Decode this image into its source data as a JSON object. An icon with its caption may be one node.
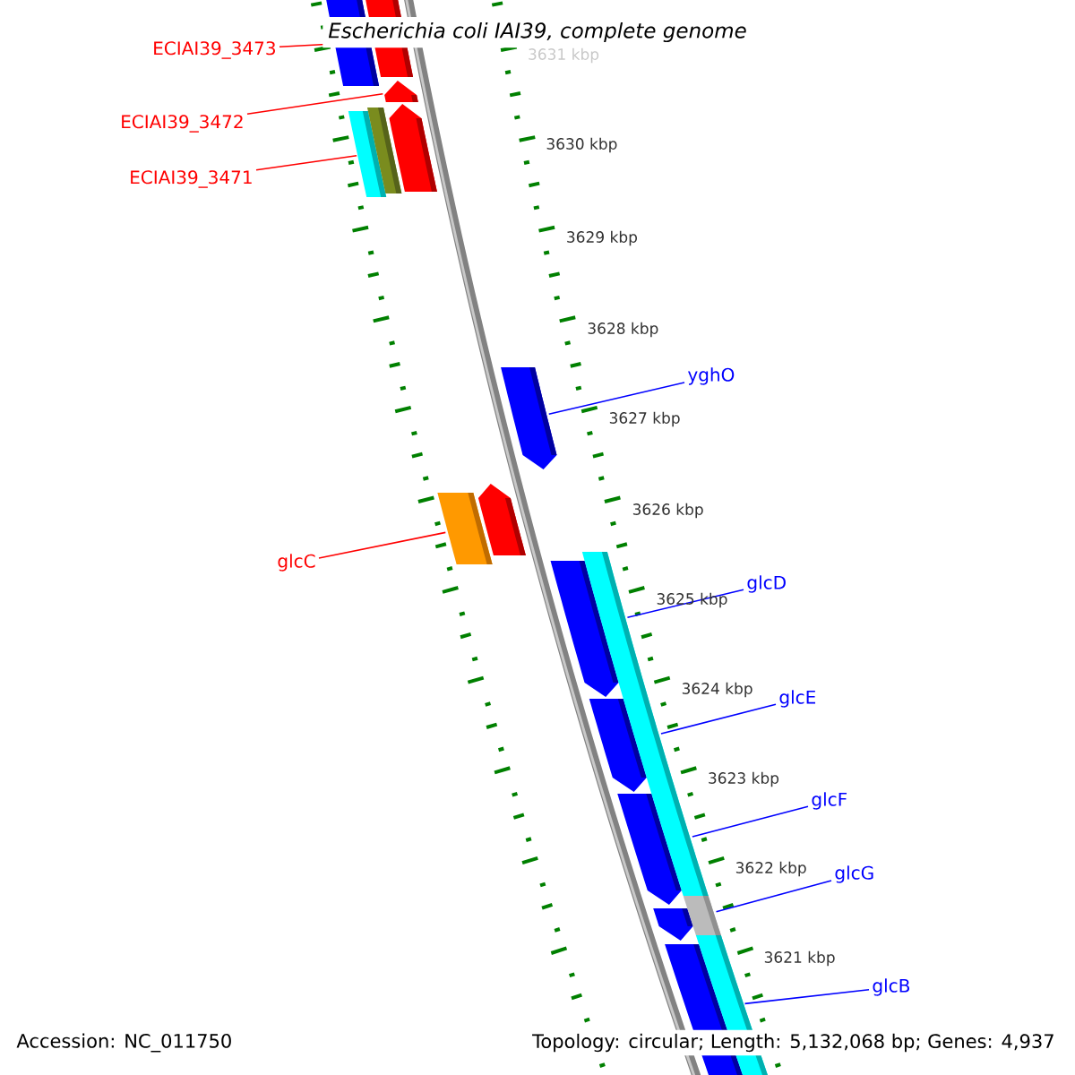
{
  "diagram": {
    "title": "Escherichia coli IAI39, complete genome",
    "nodes": [
      {
        "text": [
          "ECIAI39_3473"
        ]
      },
      {
        "text": [],
        "shape": "box"
      },
      {
        "text": [],
        "shape": "box"
      },
      {
        "text": [
          "ECIAI39_3472"
        ]
      },
      {
        "text": [],
        "shape": "box"
      },
      {
        "text": [
          "ECIAI39_3471"
        ]
      },
      {
        "text": [],
        "shape": "box"
      },
      {
        "text": [],
        "shape": "box"
      },
      {
        "text": [],
        "shape": "box"
      },
      {
        "text": [
          "yghO"
        ]
      },
      {
        "text": [],
        "shape": "box"
      },
      {
        "text": [
          "glcC"
        ]
      },
      {
        "text": [],
        "shape": "box"
      },
      {
        "text": [],
        "shape": "box"
      },
      {
        "text": [
          "glcD"
        ]
      },
      {
        "text": [],
        "shape": "box"
      },
      {
        "text": [],
        "shape": "box"
      },
      {
        "text": [
          "glcE"
        ]
      },
      {
        "text": [],
        "shape": "box"
      },
      {
        "text": [],
        "shape": "box"
      },
      {
        "text": [
          "glcF"
        ]
      },
      {
        "text": [],
        "shape": "box"
      },
      {
        "text": [],
        "shape": "box"
      },
      {
        "text": [
          "glcG"
        ]
      },
      {
        "text": [],
        "shape": "box"
      },
      {
        "text": [],
        "shape": "box"
      },
      {
        "text": [
          "glcB"
        ]
      },
      {
        "text": [],
        "shape": "box"
      },
      {
        "text": [],
        "shape": "box"
      }
    ],
    "edges": [
      {
        "from": 0,
        "to": 1,
        "arrow": "none",
        "color": "#ff0000"
      },
      {
        "from": 3,
        "to": 4,
        "arrow": "none",
        "color": "#ff0000"
      },
      {
        "from": 5,
        "to": 6,
        "arrow": "none",
        "color": "#ff0000"
      },
      {
        "from": 9,
        "to": 10,
        "arrow": "none",
        "color": "#0000ff"
      },
      {
        "from": 11,
        "to": 12,
        "arrow": "none",
        "color": "#ff0000"
      },
      {
        "from": 14,
        "to": 16,
        "arrow": "none",
        "color": "#0000ff"
      },
      {
        "from": 17,
        "to": 19,
        "arrow": "none",
        "color": "#0000ff"
      },
      {
        "from": 20,
        "to": 22,
        "arrow": "none",
        "color": "#0000ff"
      },
      {
        "from": 23,
        "to": 25,
        "arrow": "none",
        "color": "#0000ff"
      },
      {
        "from": 26,
        "to": 28,
        "arrow": "none",
        "color": "#0000ff"
      }
    ],
    "labels": [
      "3631 kbp",
      "3630 kbp",
      "3629 kbp",
      "3628 kbp",
      "3627 kbp",
      "3626 kbp",
      "3625 kbp",
      "3624 kbp",
      "3623 kbp",
      "3622 kbp",
      "3621 kbp",
      "Accession: NC_011750",
      "Topology: circular; Length: 5,132,068 bp; Genes: 4,937"
    ]
  }
}
